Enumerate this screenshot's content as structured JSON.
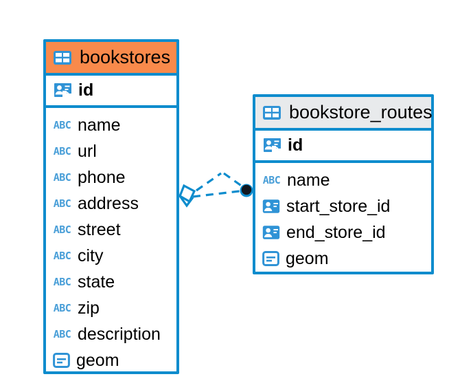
{
  "diagram": {
    "type": "entity-relationship-diagram",
    "background": "#ffffff",
    "accent_color": "#0d8ccd",
    "highlight_color": "#f98a4b",
    "header_color": "#e8eaec"
  },
  "entities": [
    {
      "name": "bookstores",
      "header_style": "accent",
      "icon": "table-grid-icon",
      "columns": [
        {
          "label": "id",
          "icon": "primary-key-icon",
          "kind": "pk"
        },
        {
          "label": "name",
          "icon": "abc-text-icon",
          "kind": "text"
        },
        {
          "label": "url",
          "icon": "abc-text-icon",
          "kind": "text"
        },
        {
          "label": "phone",
          "icon": "abc-text-icon",
          "kind": "text"
        },
        {
          "label": "address",
          "icon": "abc-text-icon",
          "kind": "text"
        },
        {
          "label": "street",
          "icon": "abc-text-icon",
          "kind": "text"
        },
        {
          "label": "city",
          "icon": "abc-text-icon",
          "kind": "text"
        },
        {
          "label": "state",
          "icon": "abc-text-icon",
          "kind": "text"
        },
        {
          "label": "zip",
          "icon": "abc-text-icon",
          "kind": "text"
        },
        {
          "label": "description",
          "icon": "abc-text-icon",
          "kind": "text"
        },
        {
          "label": "geom",
          "icon": "geometry-icon",
          "kind": "geometry"
        }
      ]
    },
    {
      "name": "bookstore_routes",
      "header_style": "plain",
      "icon": "table-grid-icon",
      "columns": [
        {
          "label": "id",
          "icon": "primary-key-icon",
          "kind": "pk"
        },
        {
          "label": "name",
          "icon": "abc-text-icon",
          "kind": "text"
        },
        {
          "label": "start_store_id",
          "icon": "foreign-key-icon",
          "kind": "fk"
        },
        {
          "label": "end_store_id",
          "icon": "foreign-key-icon",
          "kind": "fk"
        },
        {
          "label": "geom",
          "icon": "geometry-icon",
          "kind": "geometry"
        }
      ]
    }
  ],
  "relationship": {
    "from_entity": "bookstores",
    "to_entity": "bookstore_routes",
    "from_marker": "diamond-marker",
    "to_marker": "filled-circle-marker",
    "line_style": "dashed",
    "line_color": "#0d8ccd"
  },
  "abc_glyph": "ABC"
}
